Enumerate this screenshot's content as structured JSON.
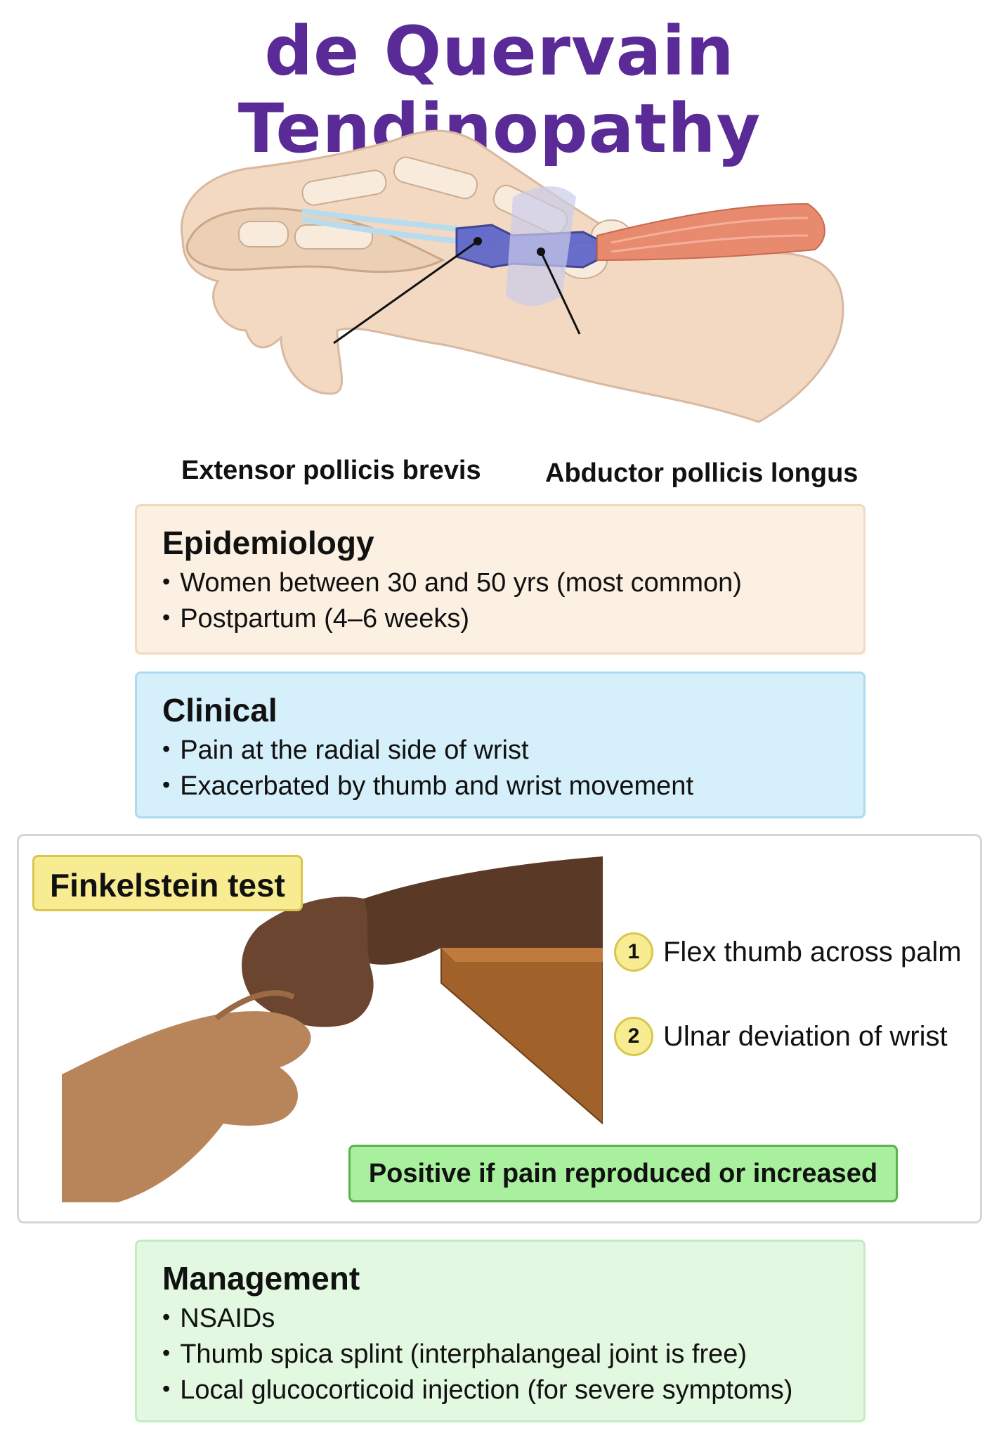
{
  "title": "de Quervain Tendinopathy",
  "figure_labels": {
    "epb": "Extensor pollicis brevis",
    "apl": "Abductor pollicis longus"
  },
  "epidemiology": {
    "heading": "Epidemiology",
    "items": [
      "Women between 30 and 50 yrs (most common)",
      "Postpartum (4–6 weeks)"
    ]
  },
  "clinical": {
    "heading": "Clinical",
    "items": [
      "Pain at the radial side of wrist",
      "Exacerbated by thumb and wrist movement"
    ]
  },
  "finkelstein": {
    "heading": "Finkelstein test",
    "steps": [
      {
        "num": "1",
        "text": "Flex thumb across palm"
      },
      {
        "num": "2",
        "text": "Ulnar deviation of wrist"
      }
    ],
    "result": "Positive if pain reproduced or increased"
  },
  "management": {
    "heading": "Management",
    "items": [
      "NSAIDs",
      "Thumb spica splint (interphalangeal joint is free)",
      "Local glucocorticoid injection (for severe symptoms)"
    ]
  },
  "colors": {
    "title": "#5a2a96",
    "epidemiology_bg": "#fbf0e2",
    "clinical_bg": "#d6f0fb",
    "management_bg": "#e2f8e0",
    "test_yellow": "#f7ec91",
    "positive_green": "#a8f09e"
  }
}
